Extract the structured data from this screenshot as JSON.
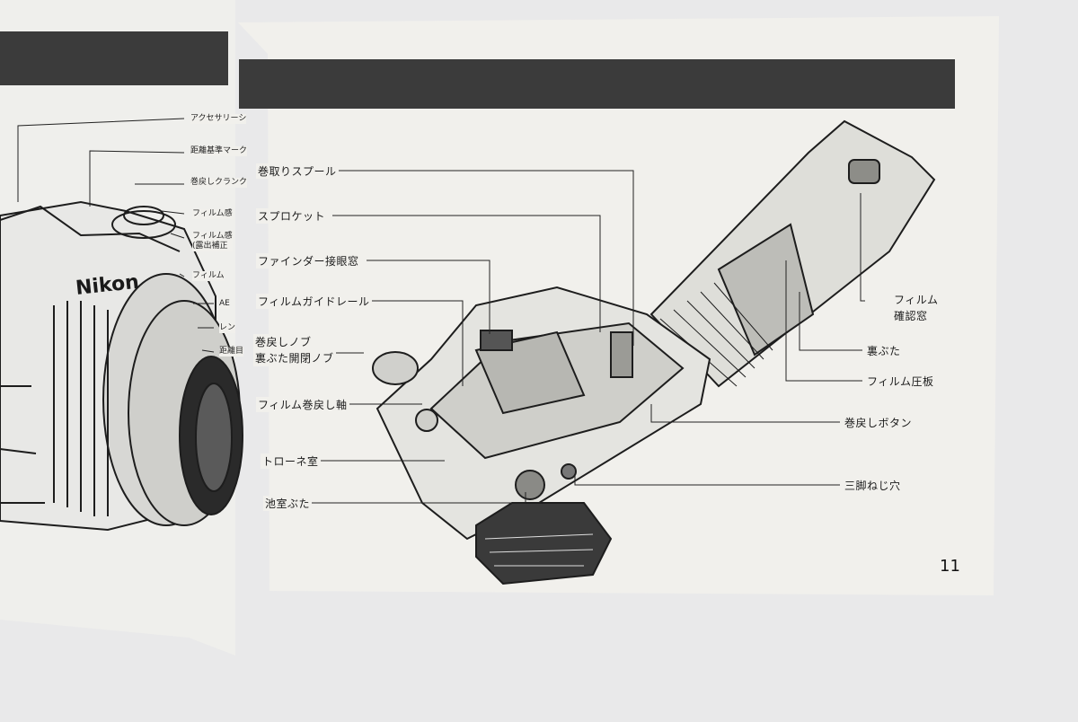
{
  "page_number": "11",
  "left_page": {
    "brand": "Nikon",
    "partial_labels": [
      "アクセサリーシ",
      "距離基準マーク",
      "巻戻しクランク",
      "フィルム感",
      "フィルム感\n(露出補正",
      "フィルム",
      "AE",
      "レン",
      "距離目"
    ]
  },
  "right_page": {
    "callouts_left": [
      "巻取りスプール",
      "スプロケット",
      "ファインダー接眼窓",
      "フィルムガイドレール",
      "巻戻しノブ\n裏ぶた開閉ノブ",
      "フィルム巻戻し軸",
      "トローネ室",
      "池室ぶた"
    ],
    "callouts_right": [
      "フィルム\n確認窓",
      "裏ぶた",
      "フィルム圧板",
      "巻戻しボタン",
      "三脚ねじ穴"
    ]
  },
  "colors": {
    "background": "#e9e9ea",
    "paper": "#f1f0ec",
    "header_bar": "#3b3b3b",
    "ink": "#1b1b1b"
  }
}
